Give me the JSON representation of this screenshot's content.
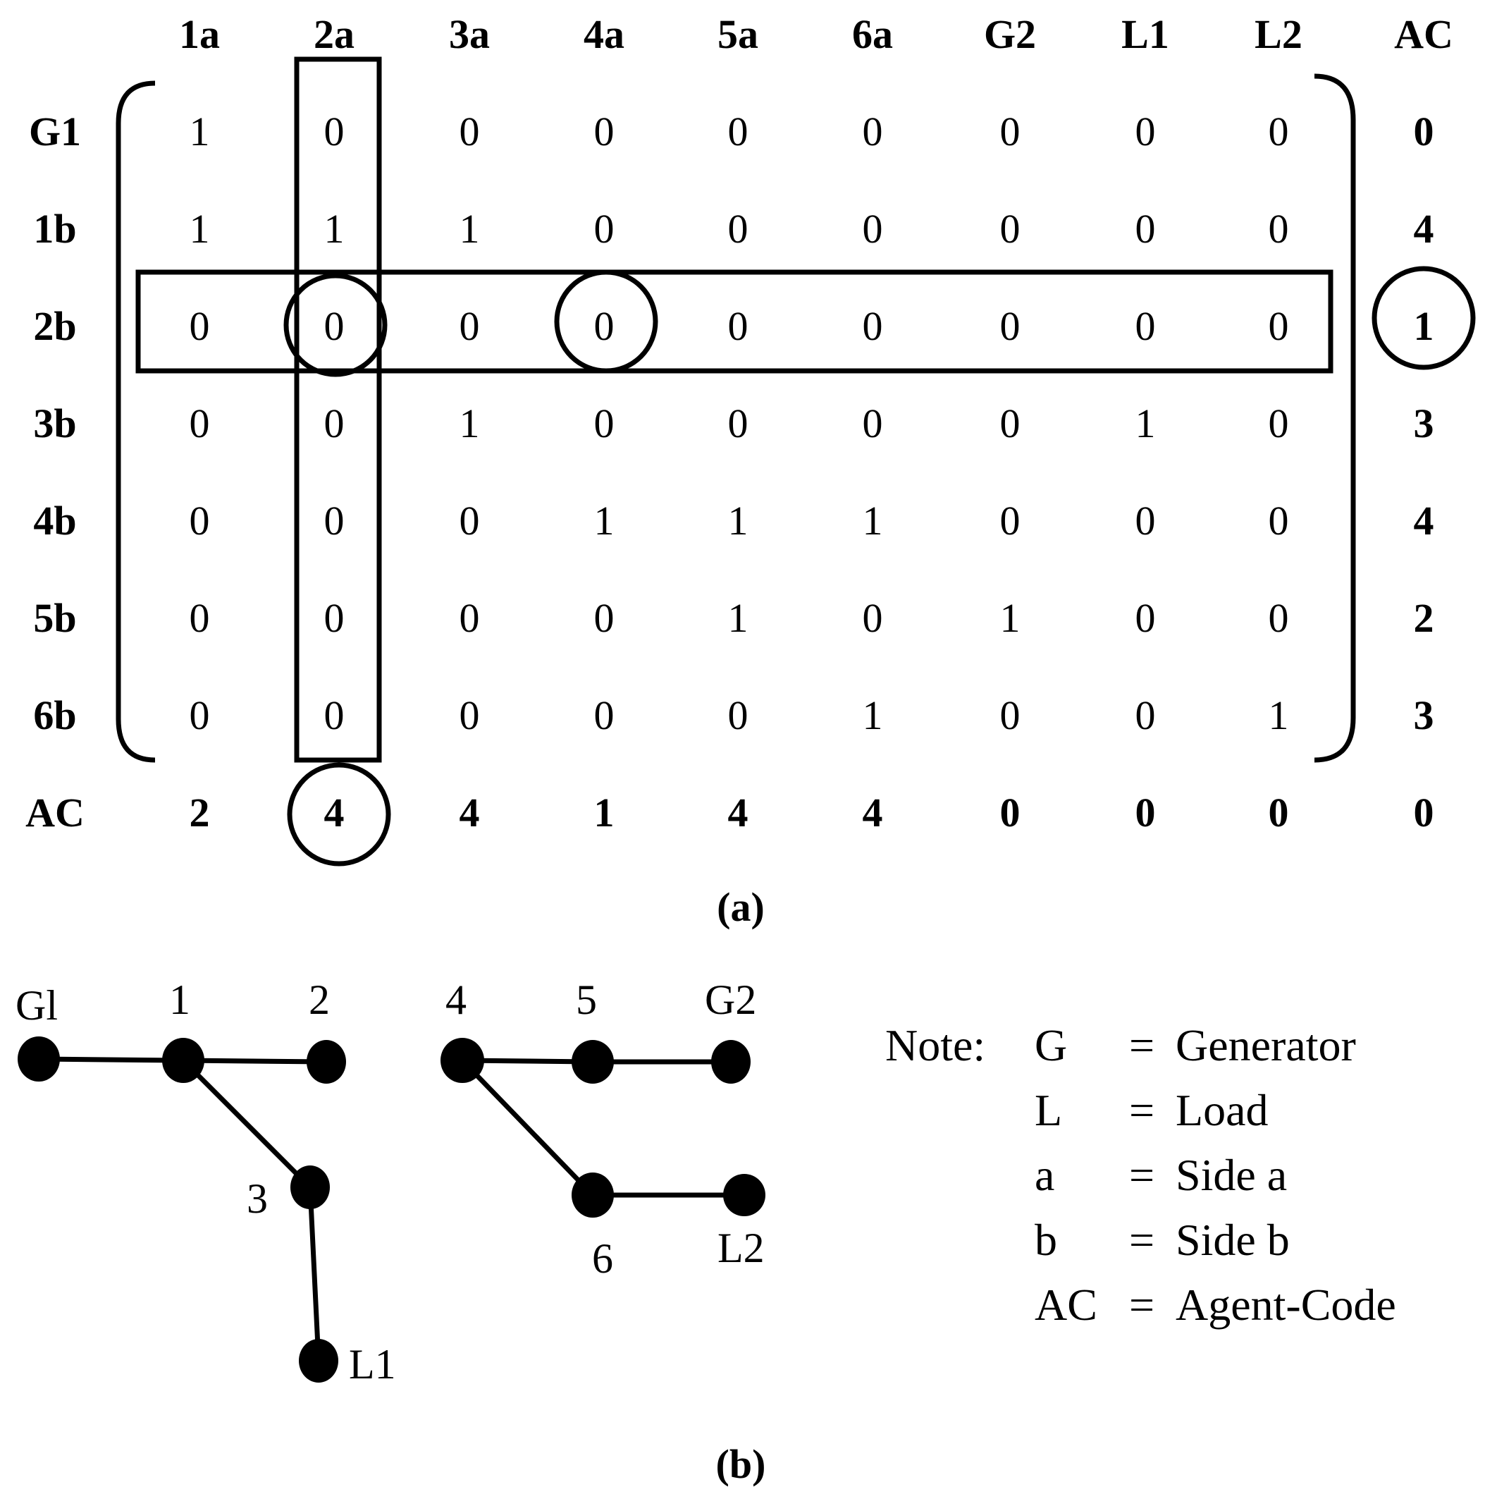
{
  "matrix": {
    "column_headers": [
      "1a",
      "2a",
      "3a",
      "4a",
      "5a",
      "6a",
      "G2",
      "L1",
      "L2",
      "AC"
    ],
    "row_headers": [
      "G1",
      "1b",
      "2b",
      "3b",
      "4b",
      "5b",
      "6b",
      "AC"
    ],
    "rows": [
      [
        "1",
        "0",
        "0",
        "0",
        "0",
        "0",
        "0",
        "0",
        "0"
      ],
      [
        "1",
        "1",
        "1",
        "0",
        "0",
        "0",
        "0",
        "0",
        "0"
      ],
      [
        "0",
        "0",
        "0",
        "0",
        "0",
        "0",
        "0",
        "0",
        "0"
      ],
      [
        "0",
        "0",
        "1",
        "0",
        "0",
        "0",
        "0",
        "1",
        "0"
      ],
      [
        "0",
        "0",
        "0",
        "1",
        "1",
        "1",
        "0",
        "0",
        "0"
      ],
      [
        "0",
        "0",
        "0",
        "0",
        "1",
        "0",
        "1",
        "0",
        "0"
      ],
      [
        "0",
        "0",
        "0",
        "0",
        "0",
        "1",
        "0",
        "0",
        "1"
      ]
    ],
    "row_agent_codes": [
      "0",
      "4",
      "1",
      "3",
      "4",
      "2",
      "3"
    ],
    "column_agent_codes": [
      "2",
      "4",
      "4",
      "1",
      "4",
      "4",
      "0",
      "0",
      "0",
      "0"
    ],
    "highlights": {
      "boxed_row": "2b",
      "boxed_column": "2a",
      "circled_cells": [
        {
          "row": "2b",
          "col": "2a"
        },
        {
          "row": "2b",
          "col": "4a"
        }
      ],
      "circled_row_code": "2b",
      "circled_column_code": "2a"
    }
  },
  "captions": {
    "a": "(a)",
    "b": "(b)"
  },
  "graph": {
    "nodes": [
      {
        "id": "G1",
        "label": "Gl"
      },
      {
        "id": "1",
        "label": "1"
      },
      {
        "id": "2",
        "label": "2"
      },
      {
        "id": "3",
        "label": "3"
      },
      {
        "id": "L1",
        "label": "L1"
      },
      {
        "id": "4",
        "label": "4"
      },
      {
        "id": "5",
        "label": "5"
      },
      {
        "id": "G2",
        "label": "G2"
      },
      {
        "id": "6",
        "label": "6"
      },
      {
        "id": "L2",
        "label": "L2"
      }
    ],
    "edges": [
      [
        "G1",
        "1"
      ],
      [
        "1",
        "2"
      ],
      [
        "1",
        "3"
      ],
      [
        "3",
        "L1"
      ],
      [
        "4",
        "5"
      ],
      [
        "5",
        "G2"
      ],
      [
        "4",
        "6"
      ],
      [
        "6",
        "L2"
      ]
    ]
  },
  "note": {
    "title": "Note:",
    "items": [
      {
        "key": "G",
        "eq": "=",
        "value": "Generator"
      },
      {
        "key": "L",
        "eq": "=",
        "value": "Load"
      },
      {
        "key": "a",
        "eq": "=",
        "value": "Side a"
      },
      {
        "key": "b",
        "eq": "=",
        "value": "Side b"
      },
      {
        "key": "AC",
        "eq": "=",
        "value": "Agent-Code"
      }
    ]
  }
}
